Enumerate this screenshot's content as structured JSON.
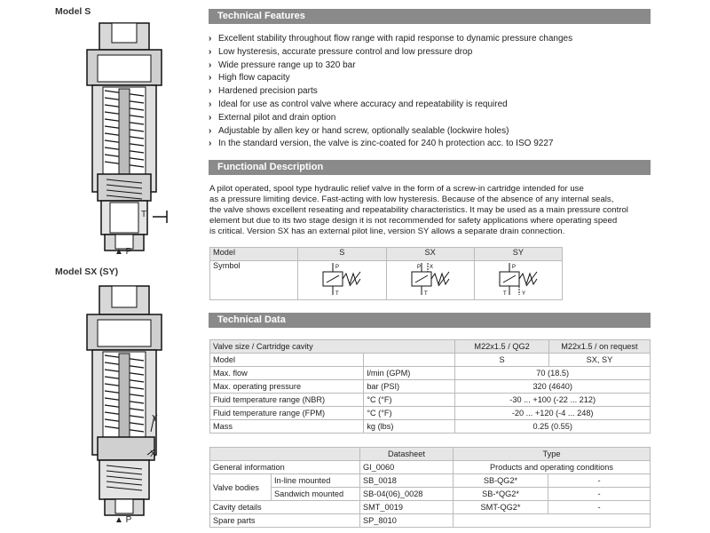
{
  "left": {
    "model_s_title": "Model S",
    "model_sx_title": "Model SX (SY)",
    "port_t": "T",
    "port_p": "▲ P",
    "port_y": "Y",
    "port_x": "X",
    "port_p2": "▲ P"
  },
  "features": {
    "title": "Technical Features",
    "items": [
      "Excellent stability throughout flow range with rapid response to dynamic pressure changes",
      "Low hysteresis, accurate pressure control and low pressure drop",
      "Wide pressure range up to 320 bar",
      "High flow capacity",
      "Hardened precision parts",
      "Ideal for use as control valve where accuracy and repeatability is required",
      "External pilot and drain option",
      "Adjustable by allen key or hand screw, optionally sealable (lockwire holes)",
      "In the standard version, the valve is zinc-coated for 240 h protection acc. to ISO 9227"
    ]
  },
  "functional": {
    "title": "Functional Description",
    "lines": [
      "A pilot operated, spool type hydraulic relief valve in the form of a screw-in cartridge intended for use",
      "as a pressure limiting device. Fast-acting with low hysteresis. Because of the absence of any internal seals,",
      "the valve shows excellent reseating and repeatability characteristics. It may be used as a main pressure control",
      "element but due to its two stage design it is not recommended for safety applications where operating speed",
      "is critical. Version SX has an external pilot line, version SY allows a separate drain connection."
    ]
  },
  "symbol_table": {
    "col_model": "Model",
    "col_s": "S",
    "col_sx": "SX",
    "col_sy": "SY",
    "row_symbol": "Symbol",
    "sym_p": "P",
    "sym_t": "T",
    "sym_x": "X",
    "sym_y": "Y"
  },
  "technical": {
    "title": "Technical Data",
    "header": [
      "Valve size / Cartridge cavity",
      "M22x1.5 / QG2",
      "M22x1.5 / on request"
    ],
    "rows": [
      {
        "label": "Model",
        "unit": "",
        "v1": "S",
        "v2": "SX, SY"
      },
      {
        "label": "Max. flow",
        "unit": "l/min (GPM)",
        "span": "70 (18.5)"
      },
      {
        "label": "Max. operating pressure",
        "unit": "bar (PSI)",
        "span": "320 (4640)"
      },
      {
        "label": "Fluid temperature range (NBR)",
        "unit": "°C (°F)",
        "span": "-30 ... +100 (-22 ... 212)"
      },
      {
        "label": "Fluid temperature range (FPM)",
        "unit": "°C (°F)",
        "span": "-20 ... +120 (-4 ... 248)"
      },
      {
        "label": "Mass",
        "unit": "kg (lbs)",
        "span": "0.25 (0.55)"
      }
    ]
  },
  "docs": {
    "header": [
      "",
      "Datasheet",
      "Type"
    ],
    "general": {
      "label": "General information",
      "ds": "GI_0060",
      "type": "Products and operating conditions"
    },
    "valve_bodies": "Valve bodies",
    "inline": {
      "label": "In-line mounted",
      "ds": "SB_0018",
      "t1": "SB-QG2*",
      "t2": "-"
    },
    "sandwich": {
      "label": "Sandwich mounted",
      "ds": "SB-04(06)_0028",
      "t1": "SB-*QG2*",
      "t2": "-"
    },
    "cavity": {
      "label": "Cavity details",
      "ds": "SMT_0019",
      "t1": "SMT-QG2*",
      "t2": "-"
    },
    "spare": {
      "label": "Spare parts",
      "ds": "SP_8010"
    }
  }
}
